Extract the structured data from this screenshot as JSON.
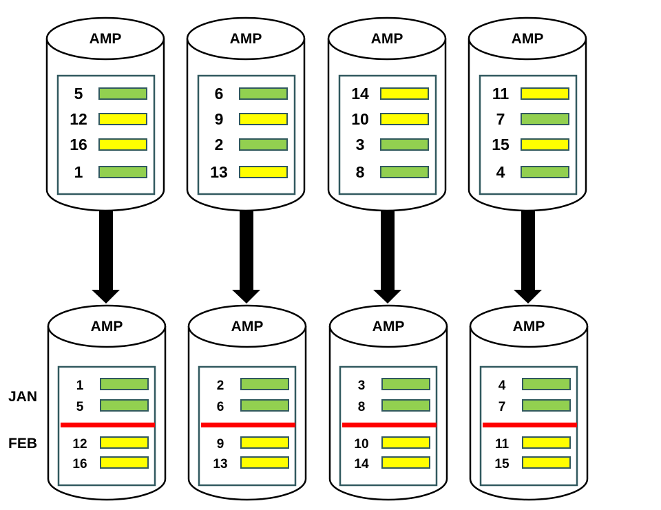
{
  "cylinder_label": "AMP",
  "colors": {
    "green": "#92D050",
    "yellow": "#FFFF00",
    "divider": "#FF0000",
    "panel_border": "#31595F"
  },
  "top_amps": [
    {
      "rows": [
        {
          "num": "5",
          "color": "green"
        },
        {
          "num": "12",
          "color": "yellow"
        },
        {
          "num": "16",
          "color": "yellow"
        },
        {
          "num": "1",
          "color": "green"
        }
      ]
    },
    {
      "rows": [
        {
          "num": "6",
          "color": "green"
        },
        {
          "num": "9",
          "color": "yellow"
        },
        {
          "num": "2",
          "color": "green"
        },
        {
          "num": "13",
          "color": "yellow"
        }
      ]
    },
    {
      "rows": [
        {
          "num": "14",
          "color": "yellow"
        },
        {
          "num": "10",
          "color": "yellow"
        },
        {
          "num": "3",
          "color": "green"
        },
        {
          "num": "8",
          "color": "green"
        }
      ]
    },
    {
      "rows": [
        {
          "num": "11",
          "color": "yellow"
        },
        {
          "num": "7",
          "color": "green"
        },
        {
          "num": "15",
          "color": "yellow"
        },
        {
          "num": "4",
          "color": "green"
        }
      ]
    }
  ],
  "bottom_amps": [
    {
      "jan": [
        {
          "num": "1",
          "color": "green"
        },
        {
          "num": "5",
          "color": "green"
        }
      ],
      "feb": [
        {
          "num": "12",
          "color": "yellow"
        },
        {
          "num": "16",
          "color": "yellow"
        }
      ]
    },
    {
      "jan": [
        {
          "num": "2",
          "color": "green"
        },
        {
          "num": "6",
          "color": "green"
        }
      ],
      "feb": [
        {
          "num": "9",
          "color": "yellow"
        },
        {
          "num": "13",
          "color": "yellow"
        }
      ]
    },
    {
      "jan": [
        {
          "num": "3",
          "color": "green"
        },
        {
          "num": "8",
          "color": "green"
        }
      ],
      "feb": [
        {
          "num": "10",
          "color": "yellow"
        },
        {
          "num": "14",
          "color": "yellow"
        }
      ]
    },
    {
      "jan": [
        {
          "num": "4",
          "color": "green"
        },
        {
          "num": "7",
          "color": "green"
        }
      ],
      "feb": [
        {
          "num": "11",
          "color": "yellow"
        },
        {
          "num": "15",
          "color": "yellow"
        }
      ]
    }
  ],
  "partition_labels": {
    "jan": "JAN",
    "feb": "FEB"
  }
}
